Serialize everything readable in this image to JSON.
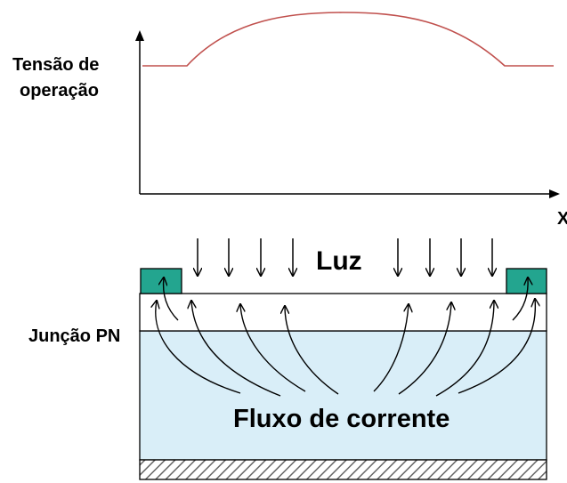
{
  "graph": {
    "ylabel_line1": "Tensão de",
    "ylabel_line2": "operação",
    "xlabel": "X",
    "curve_color": "#c0504d"
  },
  "device": {
    "light_label": "Luz",
    "junction_label": "Junção PN",
    "current_label": "Fluxo de corrente",
    "colors": {
      "top_layer": "#ffffff",
      "substrate": "#d9eef8",
      "contact": "#23a58f",
      "base_hatch": "#666666"
    }
  }
}
